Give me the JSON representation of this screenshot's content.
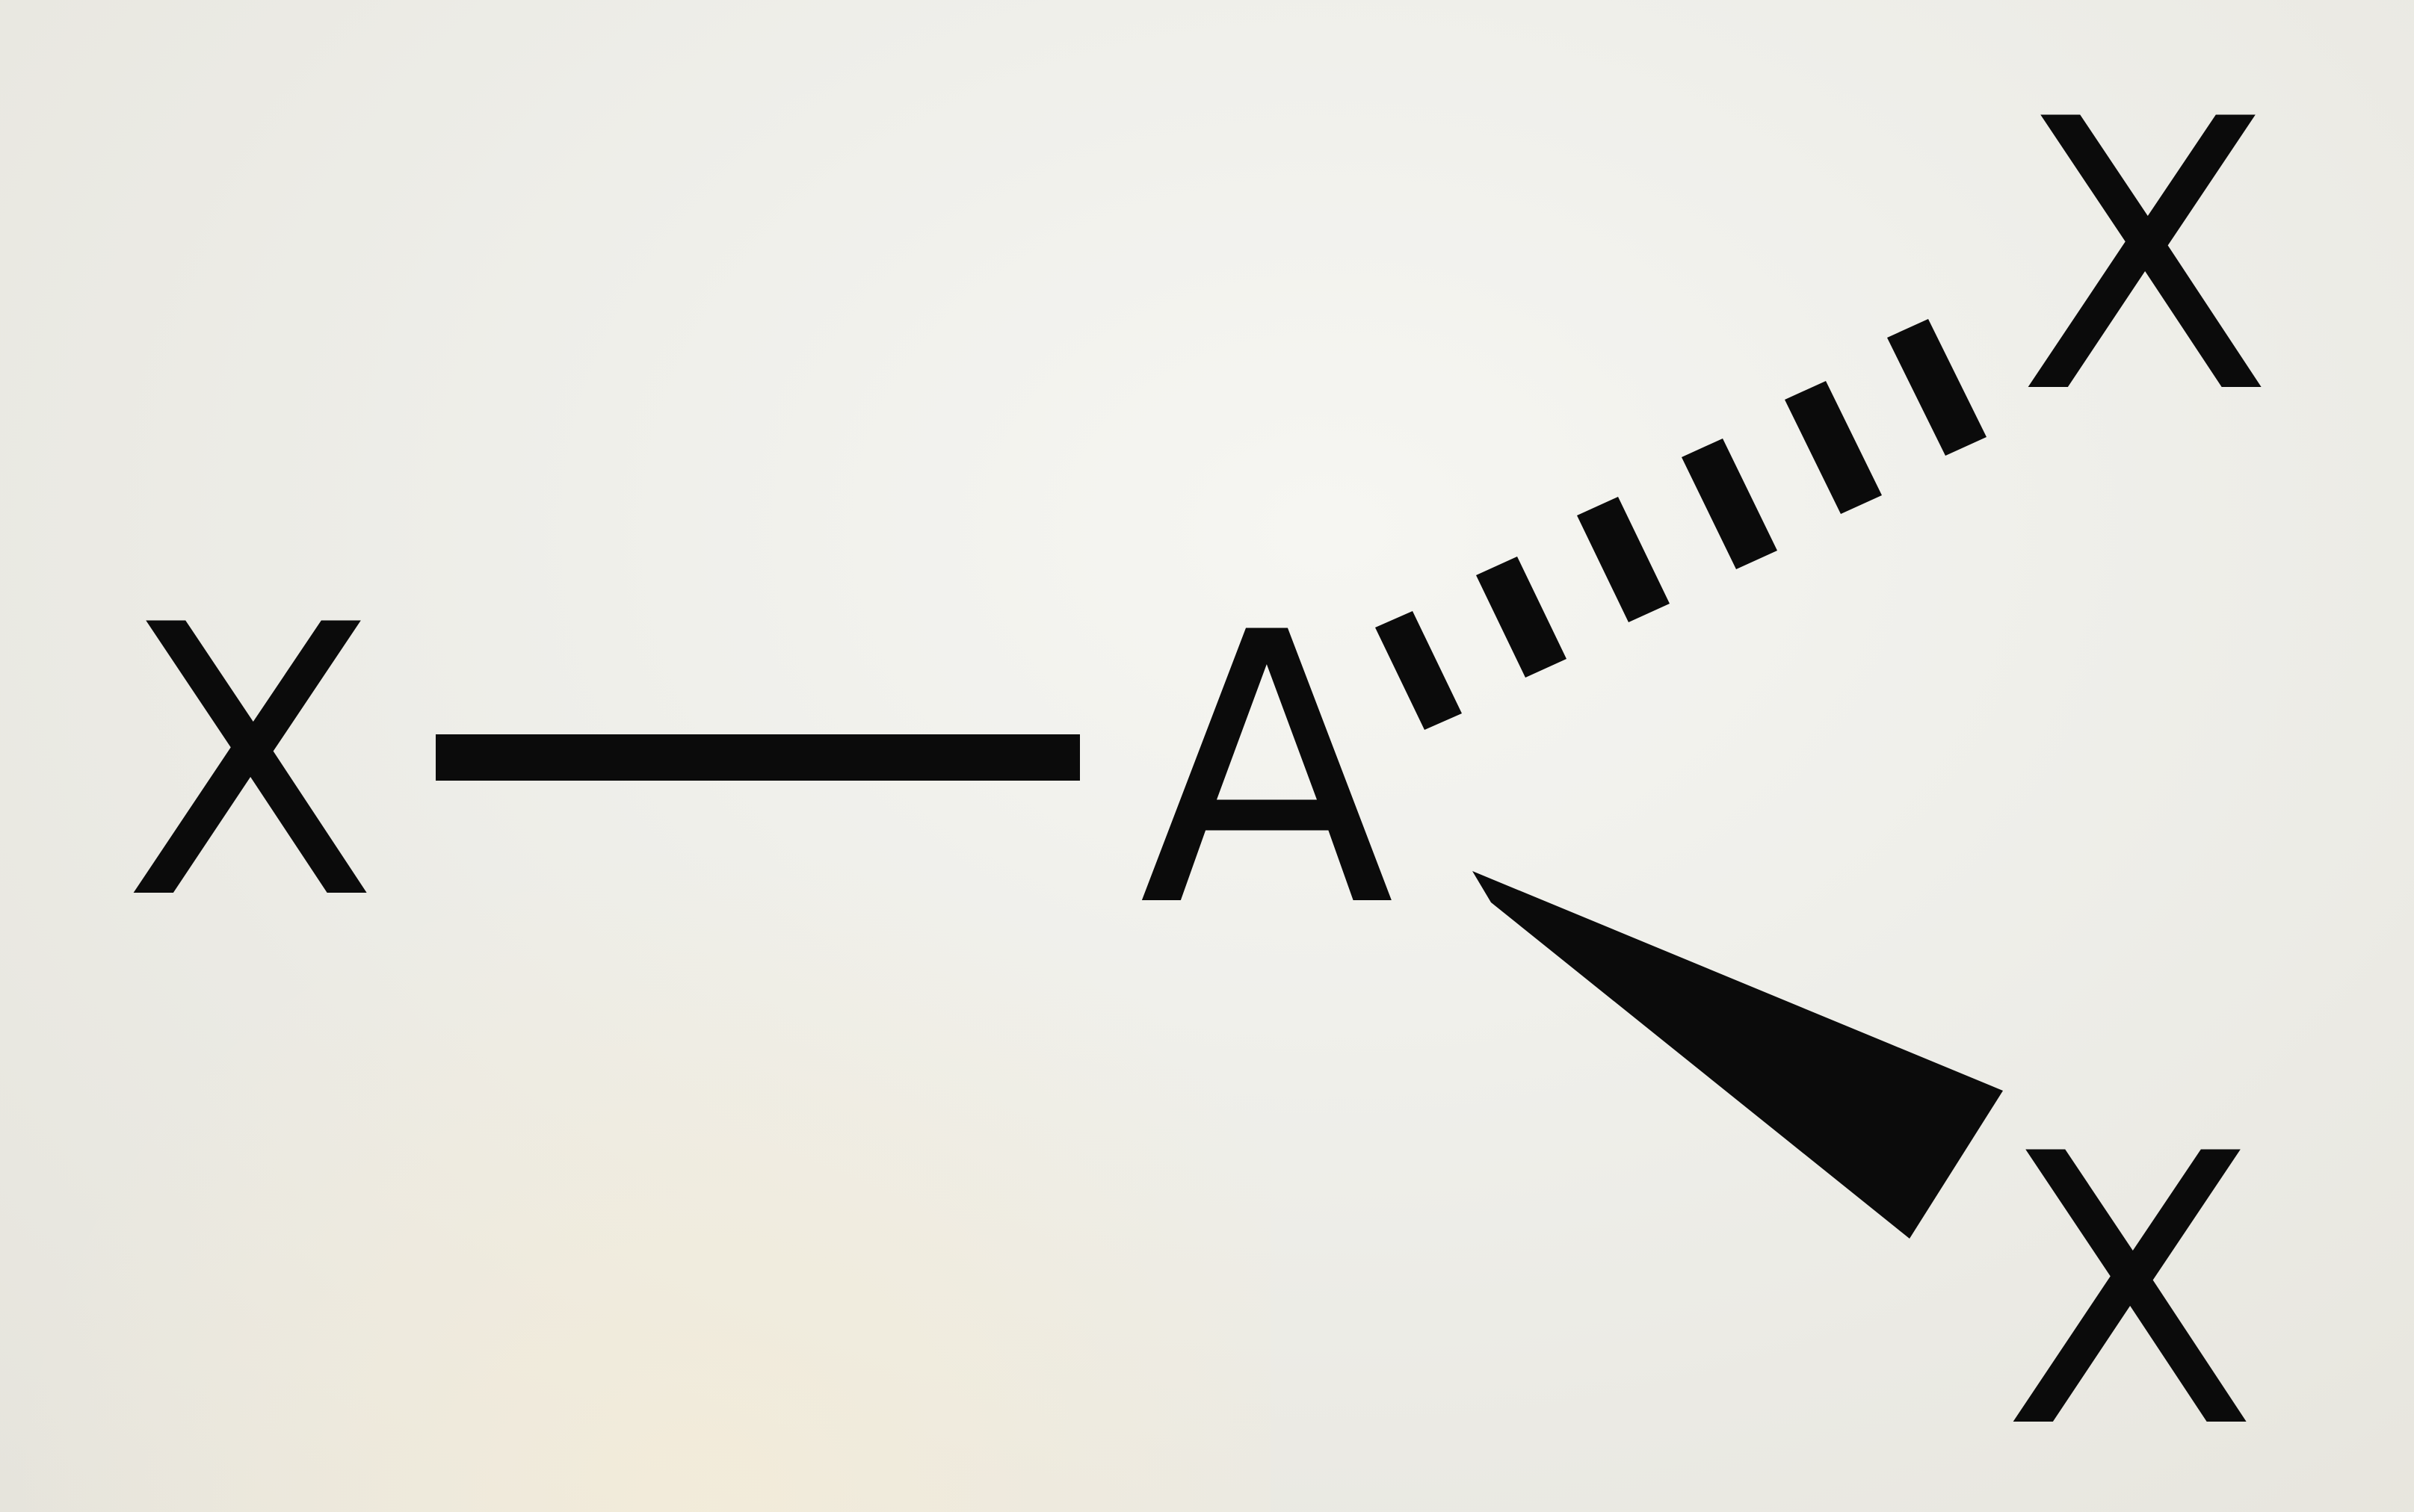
{
  "colors": {
    "ink": "#0b0b0b",
    "background": "#eeeee9"
  },
  "molecule": {
    "central_atom": "A",
    "ligand_left": "X",
    "ligand_top_right": "X",
    "ligand_bottom_right": "X"
  }
}
